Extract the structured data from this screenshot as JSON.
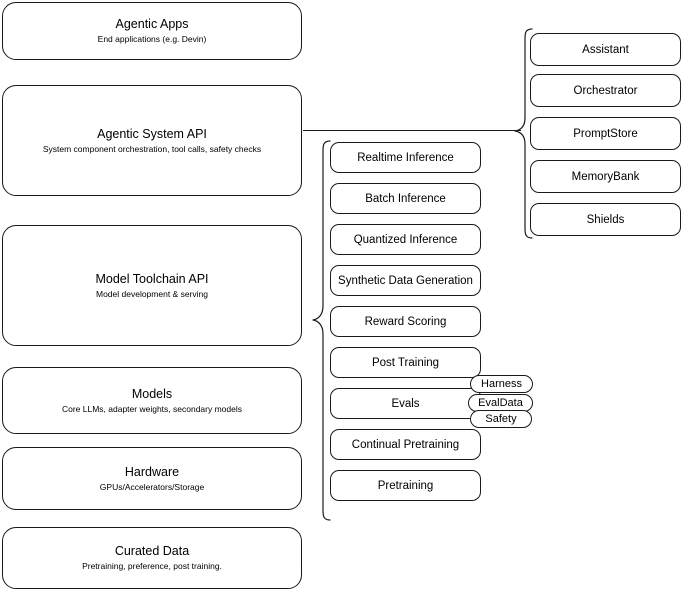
{
  "diagram": {
    "title": "LLM Stack Architecture Diagram",
    "line_color": "#1a1a1a",
    "background": "#ffffff"
  },
  "stack_layers": [
    {
      "id": "agentic-apps",
      "title": "Agentic Apps",
      "subtitle": "End applications (e.g. Devin)"
    },
    {
      "id": "agentic-system-api",
      "title": "Agentic System API",
      "subtitle": "System component orchestration, tool calls, safety checks"
    },
    {
      "id": "model-toolchain-api",
      "title": "Model Toolchain API",
      "subtitle": "Model development & serving"
    },
    {
      "id": "models",
      "title": "Models",
      "subtitle": "Core LLMs, adapter weights, secondary models"
    },
    {
      "id": "hardware",
      "title": "Hardware",
      "subtitle": "GPUs/Accelerators/Storage"
    },
    {
      "id": "curated-data",
      "title": "Curated Data",
      "subtitle": "Pretraining, preference, post training."
    }
  ],
  "toolchain_items": [
    {
      "id": "realtime-inference",
      "label": "Realtime Inference"
    },
    {
      "id": "batch-inference",
      "label": "Batch Inference"
    },
    {
      "id": "quantized-inference",
      "label": "Quantized Inference"
    },
    {
      "id": "synthetic-data-generation",
      "label": "Synthetic Data Generation"
    },
    {
      "id": "reward-scoring",
      "label": "Reward Scoring"
    },
    {
      "id": "post-training",
      "label": "Post Training"
    },
    {
      "id": "evals",
      "label": "Evals"
    },
    {
      "id": "continual-pretraining",
      "label": "Continual Pretraining"
    },
    {
      "id": "pretraining",
      "label": "Pretraining"
    }
  ],
  "eval_tags": [
    {
      "id": "harness",
      "label": "Harness"
    },
    {
      "id": "evaldata",
      "label": "EvalData"
    },
    {
      "id": "safety",
      "label": "Safety"
    }
  ],
  "agentic_components": [
    {
      "id": "assistant",
      "label": "Assistant"
    },
    {
      "id": "orchestrator",
      "label": "Orchestrator"
    },
    {
      "id": "promptstore",
      "label": "PromptStore"
    },
    {
      "id": "memorybank",
      "label": "MemoryBank"
    },
    {
      "id": "shields",
      "label": "Shields"
    }
  ]
}
